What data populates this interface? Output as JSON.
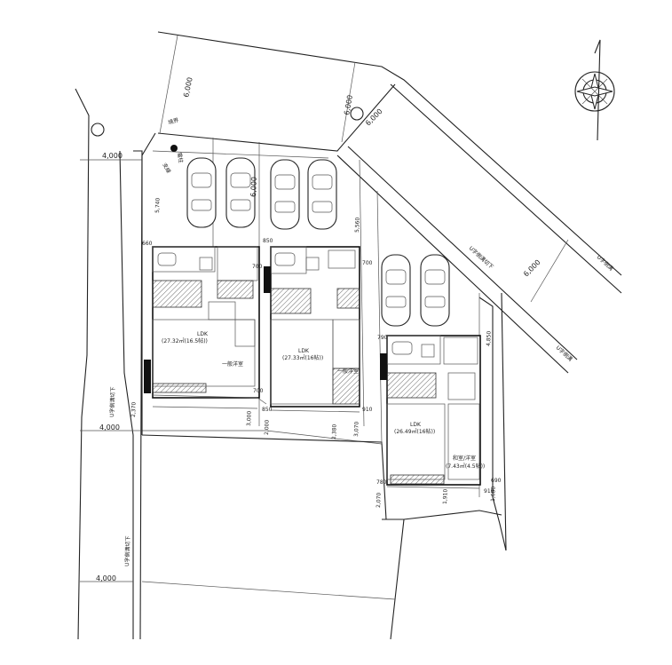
{
  "labels": {
    "dim_4000_top": "4,000",
    "dim_4000_mid": "4,000",
    "dim_4000_bottom": "4,000",
    "dim_6000_a": "6,000",
    "dim_6000_b": "6,000",
    "dim_6000_c": "6,000",
    "dim_6000_d": "6,000",
    "dim_6000_right": "6,000",
    "boundary": "境界",
    "electric_pole": "電柱",
    "stay_wire": "支線",
    "dim_5740": "5,740",
    "dim_5560": "5,560",
    "dim_4850": "4,850",
    "dim_660": "660",
    "dim_850_a": "850",
    "dim_850_b": "850",
    "dim_700_a": "700",
    "dim_700_b": "700",
    "dim_700_c": "700",
    "dim_790": "790",
    "dim_780": "780",
    "dim_690": "690",
    "dim_910_a": "910",
    "dim_910_b": "910",
    "dim_2370": "2,370",
    "dim_3000": "3,000",
    "dim_2000": "2,000",
    "dim_2380": "2,380",
    "dim_3070": "3,070",
    "dim_2070": "2,070",
    "dim_1910": "1,910",
    "dim_1680": "1,680",
    "ldk_1": "LDK",
    "ldk_1_area": "(27.32㎡(16.5帖))",
    "ldk_2": "LDK",
    "ldk_2_area": "(27.33㎡(16帖))",
    "ldk_3": "LDK",
    "ldk_3_area": "(26.49㎡(16帖))",
    "room_1": "一般洋室",
    "room_2": "一般洋室",
    "room_3": "和室/洋室",
    "room_3_area": "(7.43㎡(4.5帖))",
    "road_left_top": "U字側溝切下",
    "road_left_bottom": "U字側溝切下",
    "road_diag_a": "U字側溝切下",
    "road_diag_b": "U字側溝",
    "road_diag_c": "U字側溝"
  }
}
